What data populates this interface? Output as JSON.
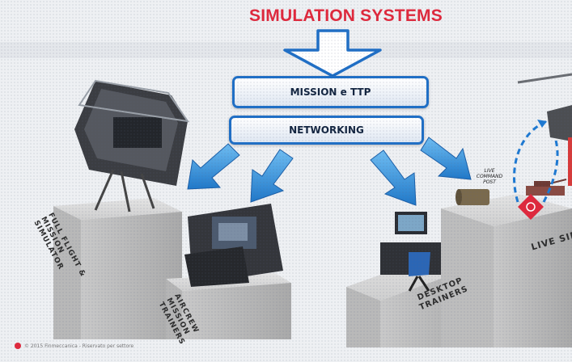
{
  "title": "SIMULATION SYSTEMS",
  "boxes": {
    "mission": "MISSION e TTP",
    "networking": "NETWORKING"
  },
  "systems": {
    "full_flight": "FULL FLIGHT & MISSION SIMULATOR",
    "aircrew": "AIRCREW MISSION TRAINERS",
    "desktop": "DESKTOP TRAINERS",
    "command_post": "LIVE COMMAND POST",
    "live_sim": "LIVE SIMUL"
  },
  "footer": "© 2015 Finmeccanica - Riservato per settore",
  "colors": {
    "title": "#e0283c",
    "box_border": "#1f6fc6",
    "arrow": "#2f8fd8",
    "live_link": "#1d79d2",
    "marker": "#e0283c"
  },
  "icons": [
    "down-arrow-icon",
    "diagonal-arrow-icon",
    "cockpit-icon",
    "desktop-station-icon",
    "command-post-icon",
    "helicopter-icon",
    "tank-icon",
    "target-marker-icon"
  ]
}
